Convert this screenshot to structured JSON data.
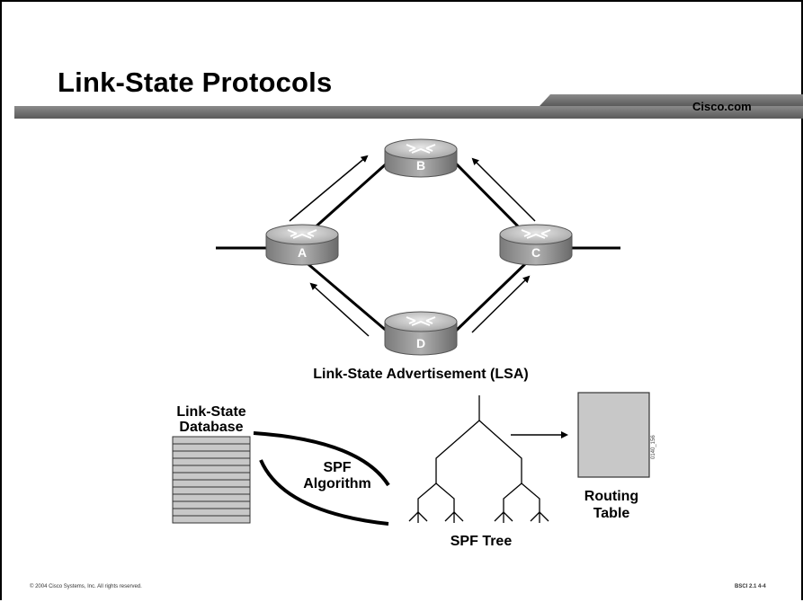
{
  "slide": {
    "title": "Link-State Protocols",
    "brand": "Cisco.com",
    "footer_left": "© 2004 Cisco Systems, Inc. All rights reserved.",
    "footer_right": "BSCI 2.1   4-4",
    "figure_code": "0140_156"
  },
  "diagram": {
    "routers": [
      {
        "id": "B",
        "label": "B"
      },
      {
        "id": "A",
        "label": "A"
      },
      {
        "id": "C",
        "label": "C"
      },
      {
        "id": "D",
        "label": "D"
      }
    ],
    "lsa_caption": "Link-State Advertisement (LSA)",
    "database_label_line1": "Link-State",
    "database_label_line2": "Database",
    "algorithm_label_line1": "SPF",
    "algorithm_label_line2": "Algorithm",
    "tree_label": "SPF Tree",
    "routing_table_label_line1": "Routing",
    "routing_table_label_line2": "Table"
  },
  "colors": {
    "header_bar": "#6b6b6b",
    "router_body": "#9a9a9a",
    "router_top": "#d0d0d0",
    "routing_table_fill": "#c8c8c8"
  }
}
